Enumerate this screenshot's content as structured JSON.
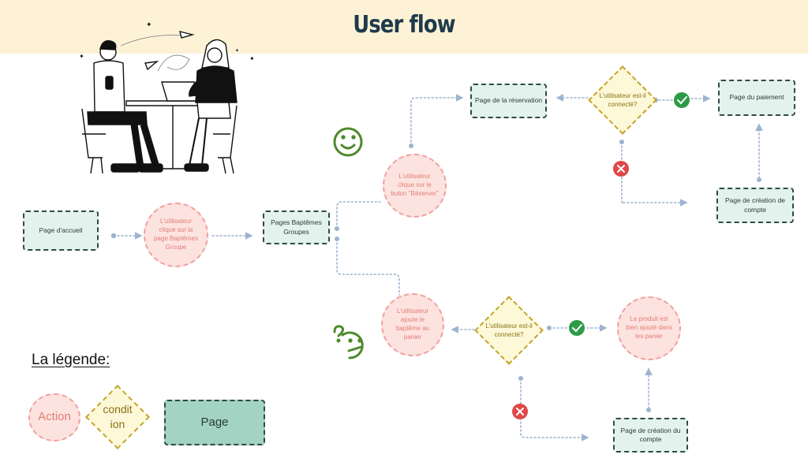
{
  "header": {
    "title": "User flow"
  },
  "nodes": {
    "accueil": "Page d'accueil",
    "clic_baptemes": "L'utilisateur clique sur la page Baptêmes Groupe",
    "pages_baptemes": "Pages Baptêmes Groupes",
    "clic_reserver": "L'utilisateur clique sur le buton \"Réserver\"",
    "reservation": "Page de la réservation",
    "connecte_1": "L'utilisateur est-il connecté?",
    "paiement": "Page du paiement",
    "creation_1": "Page de création de compte",
    "ajoute_panier": "L'utilisateur ajoute le baptême au panier",
    "connecte_2": "L'utilisateur est-il connecté?",
    "produit_ajoute": "Le produit est bien ajouté dans les panier",
    "creation_2": "Page de création du compte"
  },
  "legend": {
    "title": "La légende:",
    "action": "Action",
    "condition": "condit ion",
    "page": "Page"
  },
  "colors": {
    "header_bg": "#fdf2d6",
    "page_fill": "#e4f2ee",
    "page_border": "#2f4a44",
    "action_fill": "#fde3df",
    "action_border": "#f0a0a0",
    "condition_fill": "#fdf8d8",
    "condition_border": "#c2a62c",
    "connector": "#9db4d0",
    "yes": "#2e9b47",
    "no": "#e04848",
    "emoji": "#4d8a2a"
  }
}
